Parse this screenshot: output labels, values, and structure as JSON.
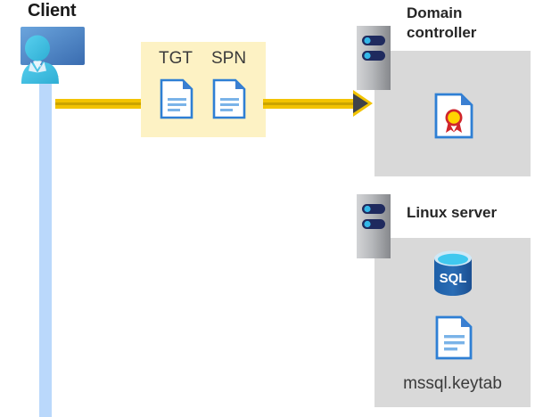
{
  "diagram": {
    "title_alt": "Kerberos authentication flow between client, domain controller and Linux server",
    "background": "#ffffff"
  },
  "client": {
    "label": "Client",
    "icon": "workstation-user-icon",
    "lifeline_color": "#bad8fb"
  },
  "flow": {
    "line_color": "#f2c300",
    "line_shadow_color": "#caa400",
    "arrowhead_color": "#3f434a",
    "direction": "left-to-right"
  },
  "token_box": {
    "background": "#fdf2c4",
    "items": [
      {
        "label": "TGT",
        "icon": "document-icon"
      },
      {
        "label": "SPN",
        "icon": "document-icon"
      }
    ]
  },
  "nodes": [
    {
      "id": "domain-controller",
      "title": "Domain controller",
      "title_line_1": "Domain",
      "title_line_2": "controller",
      "tower_icon": "server-tower-icon",
      "panel_color": "#d9d9d9",
      "contents": [
        {
          "icon": "certificate-document-icon",
          "label": ""
        }
      ]
    },
    {
      "id": "linux-server",
      "title": "Linux server",
      "title_line_1": "Linux server",
      "title_line_2": "",
      "tower_icon": "server-tower-icon",
      "panel_color": "#d9d9d9",
      "contents": [
        {
          "icon": "sql-database-icon",
          "label": "SQL"
        },
        {
          "icon": "document-icon",
          "label": "mssql.keytab"
        }
      ]
    }
  ],
  "colors": {
    "monitor_blue_light": "#5b9bd5",
    "monitor_blue_dark": "#3f72b5",
    "person_cyan": "#3fc0e3",
    "doc_border_blue": "#2e7fd4",
    "doc_fold_blue": "#3b7fd1",
    "doc_line_blue": "#7ab3e8",
    "sql_blue": "#2a6db5",
    "sql_top_cyan": "#40c8ef",
    "seal_gold": "#ffd400",
    "seal_ribbon_red": "#d0252b",
    "tower_gray_light": "#c9cacc",
    "tower_gray_dark": "#8a8c8f",
    "tower_pill_navy": "#1f2a5e",
    "tower_dot_blue": "#34b7e8"
  }
}
